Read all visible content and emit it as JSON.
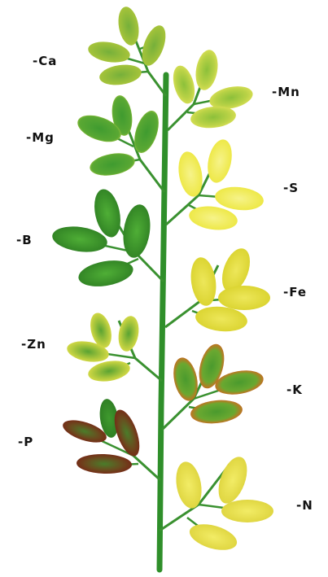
{
  "labels": {
    "ca": "-Ca",
    "mn": "-Mn",
    "mg": "-Mg",
    "s": "-S",
    "b": "-B",
    "fe": "-Fe",
    "zn": "-Zn",
    "k": "-K",
    "p": "-P",
    "n": "-N"
  },
  "colors": {
    "stem": "#2f8f2a",
    "healthy_green": "#3d9a2e",
    "light_green": "#86bf3c",
    "chlorotic_yellow": "#f1ec5a",
    "pale_yellow": "#e6e033",
    "necrotic_red": "#9a2a18",
    "dark_purple_red": "#7a2014",
    "label_text": "#111111"
  }
}
